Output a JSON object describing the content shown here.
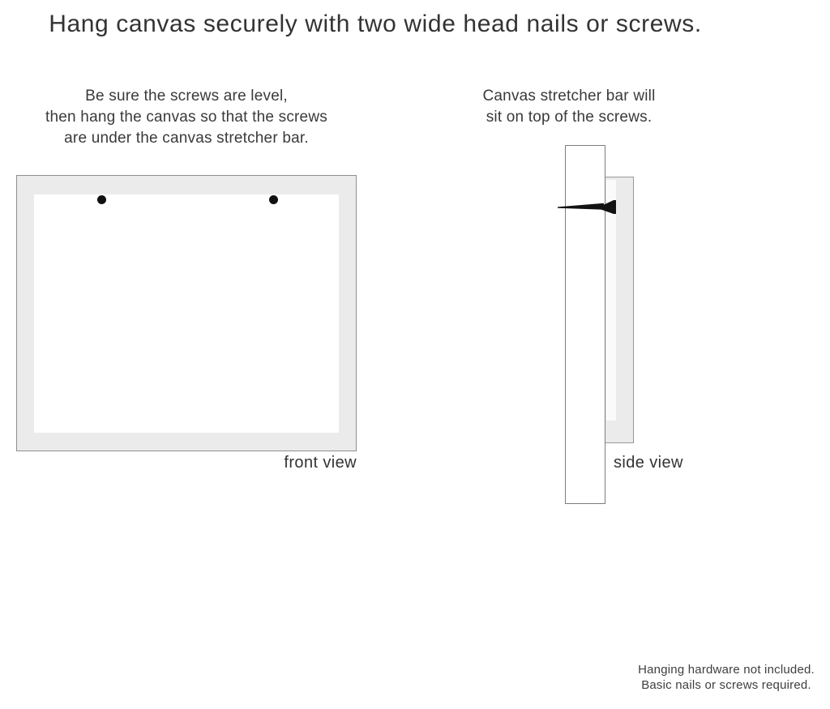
{
  "title": "Hang canvas securely with two wide head nails or screws.",
  "instructions": {
    "front": {
      "lines": [
        "Be sure the screws are level,",
        "then hang the canvas so that the screws",
        "are under the canvas stretcher bar."
      ]
    },
    "side": {
      "lines": [
        "Canvas stretcher bar will",
        "sit on top of the screws."
      ]
    }
  },
  "diagrams": {
    "front_view_label": "front view",
    "side_view_label": "side view"
  },
  "footer": {
    "lines": [
      "Hanging hardware not included.",
      "Basic nails or screws required."
    ]
  },
  "icons": {
    "screw": "filled-circle-dot",
    "nail": "wide-head-nail-side-profile"
  },
  "colors": {
    "canvas_edge_fill": "#ebebeb",
    "canvas_face_fill": "#ffffff",
    "outline_gray": "#8f8f8f",
    "ink_black": "#121212",
    "text_dark": "#383838"
  }
}
